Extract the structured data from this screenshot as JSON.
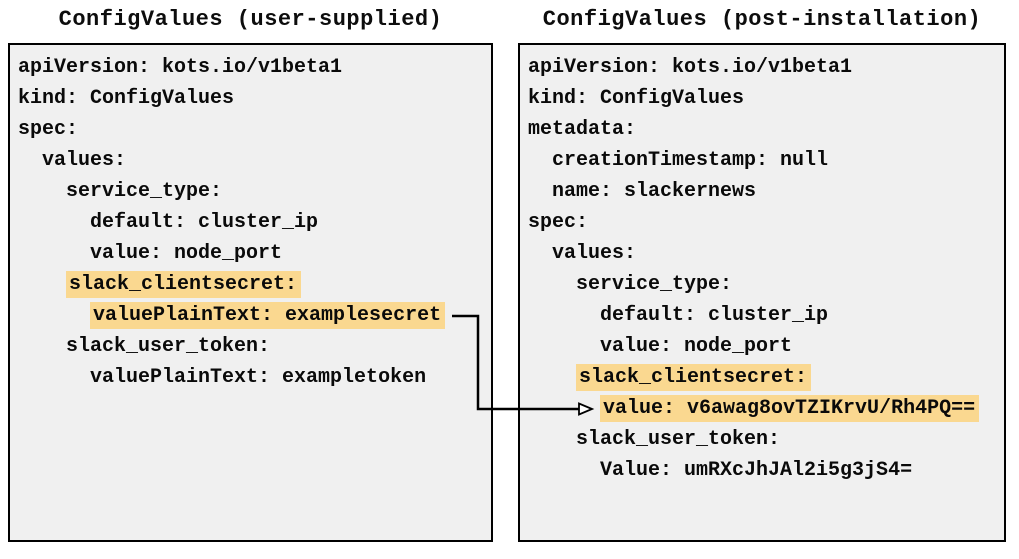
{
  "left_panel": {
    "title": "ConfigValues (user-supplied)",
    "lines": [
      {
        "text": "apiVersion: kots.io/v1beta1",
        "hl": false
      },
      {
        "text": "kind: ConfigValues",
        "hl": false
      },
      {
        "text": "spec:",
        "hl": false
      },
      {
        "text": "  values:",
        "hl": false
      },
      {
        "text": "    service_type:",
        "hl": false
      },
      {
        "text": "      default: cluster_ip",
        "hl": false
      },
      {
        "text": "      value: node_port",
        "hl": false
      },
      {
        "text": "    slack_clientsecret:",
        "hl": true
      },
      {
        "text": "      valuePlainText: examplesecret",
        "hl": true
      },
      {
        "text": "    slack_user_token:",
        "hl": false
      },
      {
        "text": "      valuePlainText: exampletoken",
        "hl": false
      }
    ]
  },
  "right_panel": {
    "title": "ConfigValues (post-installation)",
    "lines": [
      {
        "text": "apiVersion: kots.io/v1beta1",
        "hl": false
      },
      {
        "text": "kind: ConfigValues",
        "hl": false
      },
      {
        "text": "metadata:",
        "hl": false
      },
      {
        "text": "  creationTimestamp: null",
        "hl": false
      },
      {
        "text": "  name: slackernews",
        "hl": false
      },
      {
        "text": "spec:",
        "hl": false
      },
      {
        "text": "  values:",
        "hl": false
      },
      {
        "text": "    service_type:",
        "hl": false
      },
      {
        "text": "      default: cluster_ip",
        "hl": false
      },
      {
        "text": "      value: node_port",
        "hl": false
      },
      {
        "text": "    slack_clientsecret:",
        "hl": true
      },
      {
        "text": "      value: v6awag8ovTZIKrvU/Rh4PQ==",
        "hl": true
      },
      {
        "text": "    slack_user_token:",
        "hl": false
      },
      {
        "text": "      Value: umRXcJhJAl2i5g3jS4=",
        "hl": false
      }
    ]
  },
  "arrow": {
    "meaning": "maps user-supplied plaintext secret to encrypted installed value",
    "from_line": "      valuePlainText: examplesecret",
    "to_line": "      value: v6awag8ovTZIKrvU/Rh4PQ=="
  },
  "colors": {
    "highlight": "#fad890",
    "panel_bg": "#f0f0f0",
    "border": "#000000",
    "arrow": "#000000"
  }
}
